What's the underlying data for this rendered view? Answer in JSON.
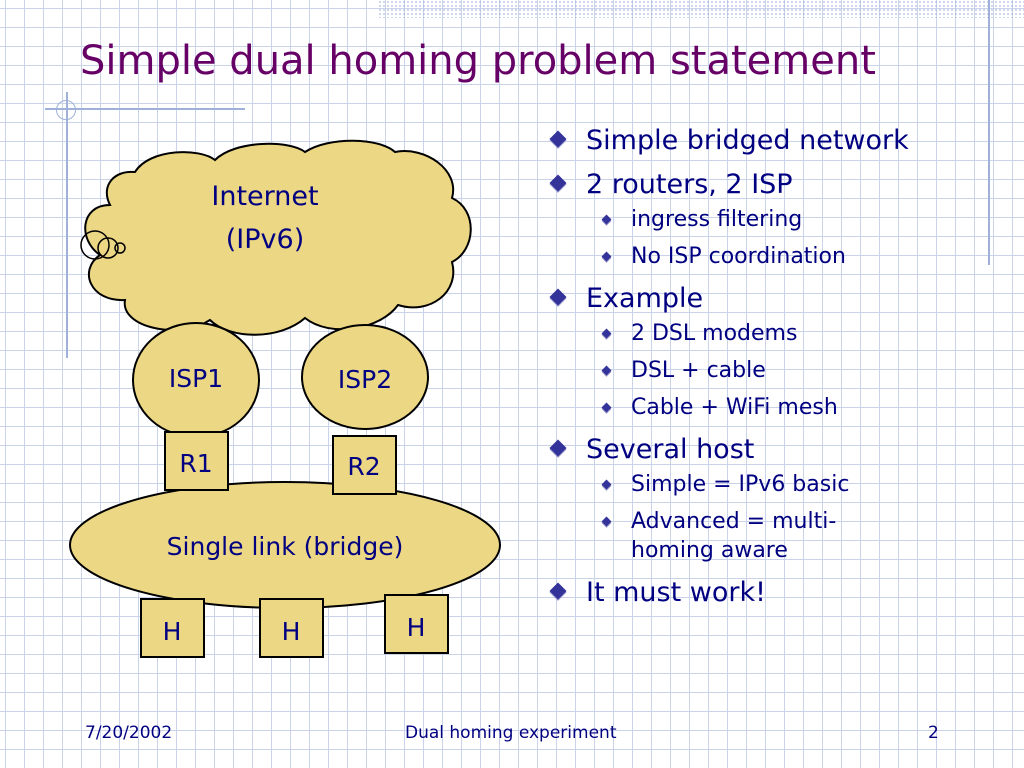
{
  "slide": {
    "title": "Simple dual homing problem statement",
    "accent_color": "#660066",
    "text_color": "#000080",
    "shape_fill": "#ecd785"
  },
  "diagram": {
    "cloud_label_line1": "Internet",
    "cloud_label_line2": "(IPv6)",
    "isp1": "ISP1",
    "isp2": "ISP2",
    "r1": "R1",
    "r2": "R2",
    "link": "Single link (bridge)",
    "hosts": [
      "H",
      "H",
      "H"
    ]
  },
  "bullets": [
    {
      "text": "Simple bridged network",
      "children": []
    },
    {
      "text": "2 routers, 2 ISP",
      "children": [
        "ingress filtering",
        "No ISP coordination"
      ]
    },
    {
      "text": "Example",
      "children": [
        "2 DSL modems",
        "DSL + cable",
        "Cable + WiFi mesh"
      ]
    },
    {
      "text": "Several host",
      "children": [
        "Simple = IPv6 basic",
        "Advanced = multi-homing aware"
      ]
    },
    {
      "text": "It must work!",
      "children": []
    }
  ],
  "footer": {
    "date": "7/20/2002",
    "center": "Dual homing experiment",
    "page": "2"
  }
}
